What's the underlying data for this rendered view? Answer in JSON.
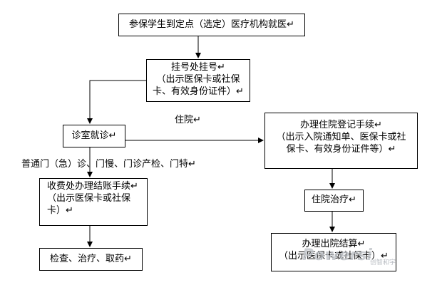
{
  "nodes": {
    "start": {
      "lines": [
        "参保学生到定点（选定）医疗机构就医↵"
      ]
    },
    "register": {
      "lines": [
        "挂号处挂号↵",
        "（出示医保卡或社保",
        "卡、有效身份证件）↵"
      ]
    },
    "clinic": {
      "lines": [
        "诊室就诊↵"
      ]
    },
    "inpatient_register": {
      "lines": [
        "办理住院登记手续↵",
        "（出示入院通知单、医保卡或社",
        "保卡、有效身份证件等）↵"
      ]
    },
    "payment": {
      "lines": [
        "收费处办理结账手续↵",
        "（出示医保卡或社保",
        "卡）↵"
      ]
    },
    "treatment": {
      "lines": [
        "住院治疗↵"
      ]
    },
    "checkup": {
      "lines": [
        "检查、治疗、取药↵"
      ]
    },
    "discharge": {
      "lines": [
        "办理出院结算↵",
        "（出示医保卡或社保卡）↵"
      ]
    }
  },
  "edge_labels": {
    "hospitalize": "住院↵",
    "outpatient_types": "普通门（急）诊、门慢、门诊产检、门特↵"
  },
  "watermark": {
    "text": "Powersi",
    "subtext": "创智和宇"
  },
  "colors": {
    "line": "#000000",
    "watermark": "#bfc3c8"
  }
}
